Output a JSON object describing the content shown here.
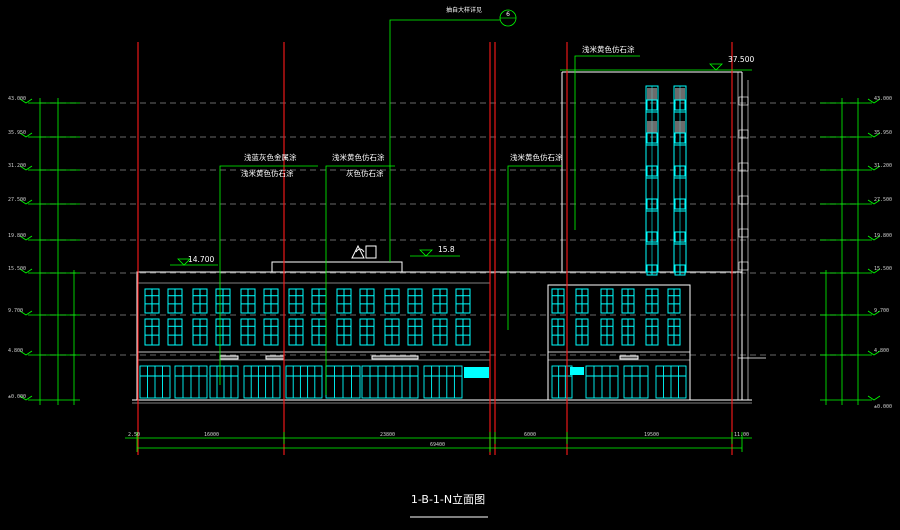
{
  "title": "1-B-1-N立面图",
  "top_note": "抽自大样详见",
  "top_note_symbol": "6",
  "elevation_top": "37.500",
  "elevation_left_roof": "14.700",
  "elevation_center_roof": "15.8",
  "material_labels": [
    "浅米黄色仿石涂",
    "浅蓝灰色金属涂",
    "浅米黄色仿石涂",
    "浅米黄色仿石涂",
    "灰色仿石涂",
    "浅米黄色仿石涂"
  ],
  "left_axis_elevations": [
    "43.000",
    "35.950",
    "31.200",
    "27.500",
    "19.800",
    "15.500",
    "9.700",
    "4.800",
    "±0.000"
  ],
  "right_axis_elevations": [
    "43.000",
    "35.950",
    "31.200",
    "27.500",
    "19.800",
    "15.500",
    "9.700",
    "4.800",
    "±0.000"
  ],
  "dimension_labels": [
    "2.50",
    "16000",
    "23800",
    "6000",
    "19500",
    "11.00"
  ],
  "total_dimension": "69400",
  "colors": {
    "grid_red": "#ff1a1a",
    "green": "#00ff00",
    "cyan": "#00ffff",
    "white": "#ffffff"
  }
}
